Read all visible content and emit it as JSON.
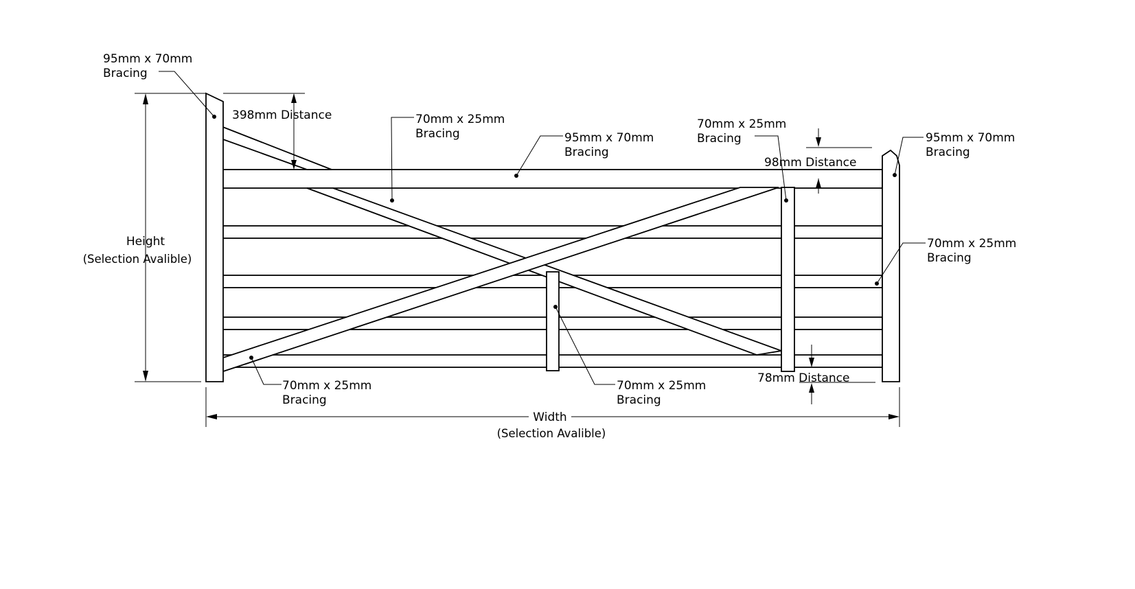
{
  "labels": {
    "top_left_post_size": "95mm x 70mm",
    "top_left_post_type": "Bracing",
    "top_distance": "398mm Distance",
    "diag_brace_size": "70mm x 25mm",
    "diag_brace_type": "Bracing",
    "top_rail_size": "95mm x 70mm",
    "top_rail_type": "Bracing",
    "mid_stile_size": "70mm x 25mm",
    "mid_stile_type": "Bracing",
    "rail_gap_distance": "98mm Distance",
    "right_post_size": "95mm x 70mm",
    "right_post_type": "Bracing",
    "right_rail_size": "70mm x 25mm",
    "right_rail_type": "Bracing",
    "bottom_brace_size": "70mm x 25mm",
    "bottom_brace_type": "Bracing",
    "centre_strut_size": "70mm x 25mm",
    "centre_strut_type": "Bracing",
    "bottom_distance": "78mm Distance",
    "height_title": "Height",
    "height_note": "(Selection Avalible)",
    "width_title": "Width",
    "width_note": "(Selection Avalible)"
  }
}
